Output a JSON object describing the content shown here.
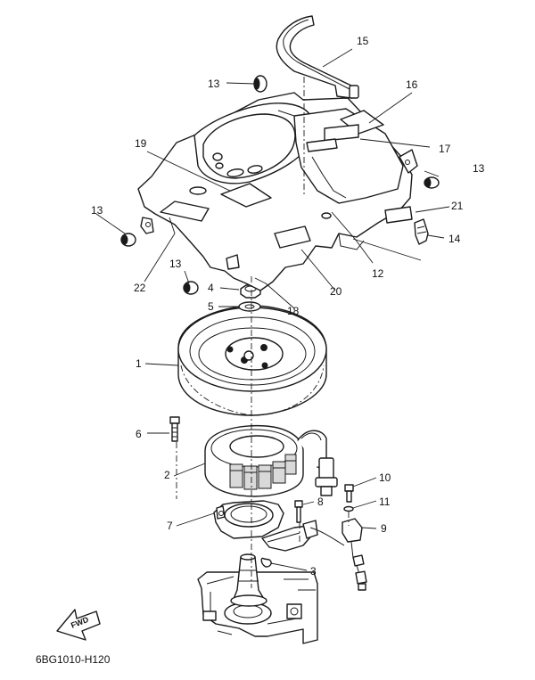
{
  "diagram": {
    "drawing_code": "6BG1010-H120",
    "fwd_label": "FWD",
    "callouts": [
      {
        "id": "c15",
        "text": "15"
      },
      {
        "id": "c13a",
        "text": "13"
      },
      {
        "id": "c16",
        "text": "16"
      },
      {
        "id": "c19",
        "text": "19"
      },
      {
        "id": "c17",
        "text": "17"
      },
      {
        "id": "c13b",
        "text": "13"
      },
      {
        "id": "c13c",
        "text": "13"
      },
      {
        "id": "c21",
        "text": "21"
      },
      {
        "id": "c14",
        "text": "14"
      },
      {
        "id": "c12",
        "text": "12"
      },
      {
        "id": "c13d",
        "text": "13"
      },
      {
        "id": "c22",
        "text": "22"
      },
      {
        "id": "c4",
        "text": "4"
      },
      {
        "id": "c5",
        "text": "5"
      },
      {
        "id": "c20",
        "text": "20"
      },
      {
        "id": "c18",
        "text": "18"
      },
      {
        "id": "c1",
        "text": "1"
      },
      {
        "id": "c6",
        "text": "6"
      },
      {
        "id": "c2",
        "text": "2"
      },
      {
        "id": "c10",
        "text": "10"
      },
      {
        "id": "c8",
        "text": "8"
      },
      {
        "id": "c11",
        "text": "11"
      },
      {
        "id": "c7",
        "text": "7"
      },
      {
        "id": "c9",
        "text": "9"
      },
      {
        "id": "c3",
        "text": "3"
      }
    ]
  }
}
